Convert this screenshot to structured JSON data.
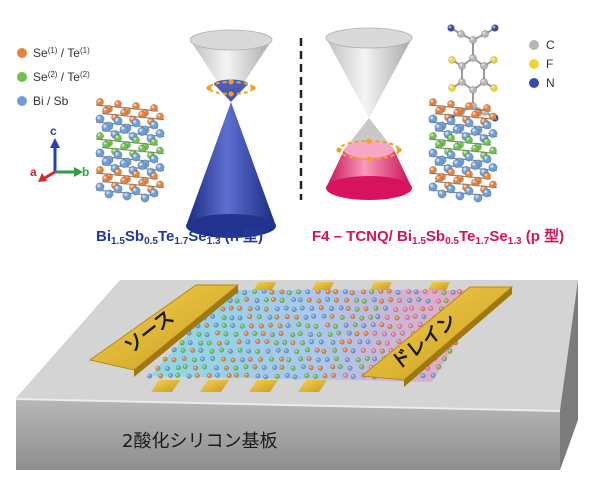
{
  "legend_left": {
    "items": [
      {
        "el_a": "Se",
        "sup_a": "(1)",
        "el_b": "Te",
        "sup_b": "(1)",
        "sep": " / ",
        "color": "#e8823a"
      },
      {
        "el_a": "Se",
        "sup_a": "(2)",
        "el_b": "Te",
        "sup_b": "(2)",
        "sep": " / ",
        "color": "#6cc24a"
      },
      {
        "el_a": "Bi / Sb",
        "sup_a": "",
        "el_b": "",
        "sup_b": "",
        "sep": "",
        "color": "#6f9ed6"
      }
    ]
  },
  "legend_right": {
    "items": [
      {
        "label": "C",
        "color": "#b5b5b5"
      },
      {
        "label": "F",
        "color": "#f2d43a"
      },
      {
        "label": "N",
        "color": "#3a4aa8"
      }
    ]
  },
  "axes": {
    "a": "a",
    "b": "b",
    "c": "c"
  },
  "caption_n": {
    "main": "Bi",
    "s1": "1.5",
    "p2": "Sb",
    "s2": "0.5",
    "p3": "Te",
    "s3": "1.7",
    "p4": "Se",
    "s4": "1.3",
    "tail": " (n 型)",
    "color": "#243a96"
  },
  "caption_p": {
    "prefix": "F4 – TCNQ/ ",
    "main": "Bi",
    "s1": "1.5",
    "p2": "Sb",
    "s2": "0.5",
    "p3": "Te",
    "s3": "1.7",
    "p4": "Se",
    "s4": "1.3",
    "tail": " (p 型)",
    "color": "#d4145a"
  },
  "device": {
    "source": "ソース",
    "drain": "ドレイン",
    "substrate": "2酸化シリコン基板"
  },
  "colors": {
    "n_cone": "#243a96",
    "p_cone": "#e8196e",
    "electrode": "#e2b92e",
    "substrate_top": "#d4d4d4",
    "substrate_front": "#a8a8a8"
  }
}
